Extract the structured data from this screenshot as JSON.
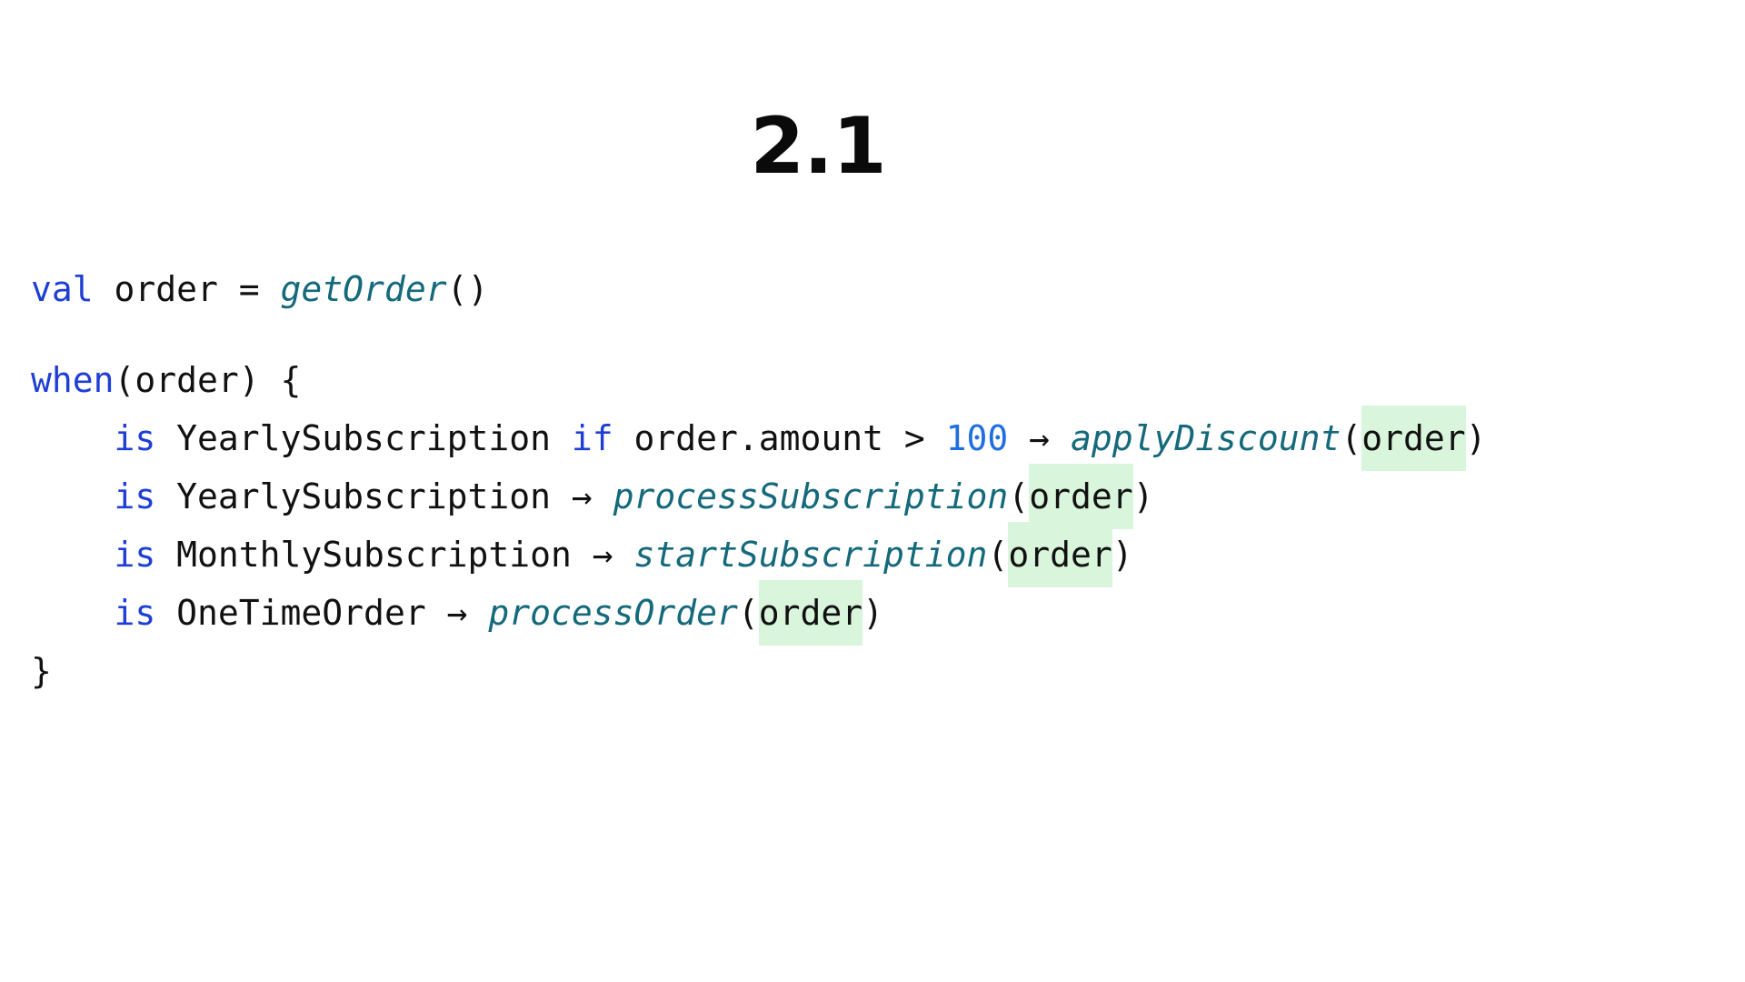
{
  "slide": {
    "title": "2.1",
    "background_color": "#ffffff"
  },
  "colors": {
    "keyword": "#1f3fd4",
    "function": "#14697a",
    "number": "#1f6fe0",
    "plain": "#111111",
    "highlight": "#d9f5dc",
    "title": "#0a0a0a"
  },
  "code": {
    "language": "kotlin",
    "full_text": "val order = getOrder()\n\nwhen(order) {\n    is YearlySubscription if order.amount > 100 → applyDiscount(order)\n    is YearlySubscription → processSubscription(order)\n    is MonthlySubscription → startSubscription(order)\n    is OneTimeOrder → processOrder(order)\n}",
    "lines": [
      {
        "id": "line-val-order",
        "indent": 0,
        "tokens": [
          {
            "text": "val",
            "kind": "keyword"
          },
          {
            "text": " order = ",
            "kind": "plain"
          },
          {
            "text": "getOrder",
            "kind": "function"
          },
          {
            "text": "()",
            "kind": "plain"
          }
        ]
      },
      {
        "id": "line-blank-1",
        "indent": 0,
        "tokens": []
      },
      {
        "id": "line-when-open",
        "indent": 0,
        "tokens": [
          {
            "text": "when",
            "kind": "keyword"
          },
          {
            "text": "(order) {",
            "kind": "plain"
          }
        ]
      },
      {
        "id": "line-yearly-guard",
        "indent": 1,
        "tokens": [
          {
            "text": "is",
            "kind": "keyword"
          },
          {
            "text": " YearlySubscription ",
            "kind": "plain"
          },
          {
            "text": "if",
            "kind": "keyword"
          },
          {
            "text": " order.amount > ",
            "kind": "plain"
          },
          {
            "text": "100",
            "kind": "number"
          },
          {
            "text": " → ",
            "kind": "arrow"
          },
          {
            "text": "applyDiscount",
            "kind": "function"
          },
          {
            "text": "(",
            "kind": "plain"
          },
          {
            "text": "order",
            "kind": "plain",
            "highlight": true
          },
          {
            "text": ")",
            "kind": "plain"
          }
        ]
      },
      {
        "id": "line-yearly",
        "indent": 1,
        "tokens": [
          {
            "text": "is",
            "kind": "keyword"
          },
          {
            "text": " YearlySubscription ",
            "kind": "plain"
          },
          {
            "text": "→ ",
            "kind": "arrow"
          },
          {
            "text": "processSubscription",
            "kind": "function"
          },
          {
            "text": "(",
            "kind": "plain"
          },
          {
            "text": "order",
            "kind": "plain",
            "highlight": true
          },
          {
            "text": ")",
            "kind": "plain"
          }
        ]
      },
      {
        "id": "line-monthly",
        "indent": 1,
        "tokens": [
          {
            "text": "is",
            "kind": "keyword"
          },
          {
            "text": " MonthlySubscription ",
            "kind": "plain"
          },
          {
            "text": "→ ",
            "kind": "arrow"
          },
          {
            "text": "startSubscription",
            "kind": "function"
          },
          {
            "text": "(",
            "kind": "plain"
          },
          {
            "text": "order",
            "kind": "plain",
            "highlight": true
          },
          {
            "text": ")",
            "kind": "plain"
          }
        ]
      },
      {
        "id": "line-onetime",
        "indent": 1,
        "tokens": [
          {
            "text": "is",
            "kind": "keyword"
          },
          {
            "text": " OneTimeOrder ",
            "kind": "plain"
          },
          {
            "text": "→ ",
            "kind": "arrow"
          },
          {
            "text": "processOrder",
            "kind": "function"
          },
          {
            "text": "(",
            "kind": "plain"
          },
          {
            "text": "order",
            "kind": "plain",
            "highlight": true
          },
          {
            "text": ")",
            "kind": "plain"
          }
        ]
      },
      {
        "id": "line-when-close",
        "indent": 0,
        "tokens": [
          {
            "text": "}",
            "kind": "plain"
          }
        ]
      }
    ]
  }
}
